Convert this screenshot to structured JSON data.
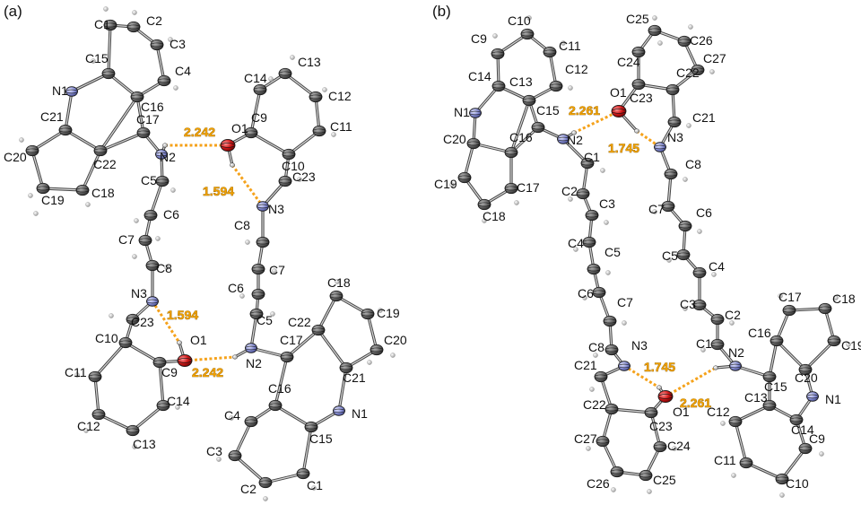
{
  "panels": [
    {
      "label": "(a)",
      "hbond_color": "#f5a21b",
      "hbonds": [
        {
          "text": "2.242",
          "from": "H-N2a",
          "to": "O1a"
        },
        {
          "text": "1.594",
          "from": "O1a",
          "to": "N3a"
        },
        {
          "text": "1.594",
          "from": "N3b",
          "to": "O1b"
        },
        {
          "text": "2.242",
          "from": "O1b",
          "to": "H-N2b"
        }
      ]
    },
    {
      "label": "(b)",
      "hbond_color": "#f5a21b",
      "hbonds": [
        {
          "text": "2.261",
          "from": "H-N2a",
          "to": "O1a"
        },
        {
          "text": "1.745",
          "from": "O1a",
          "to": "N3a"
        },
        {
          "text": "1.745",
          "from": "N3b",
          "to": "O1b"
        },
        {
          "text": "2.261",
          "from": "O1b",
          "to": "H-N2b"
        }
      ]
    }
  ],
  "element_colors": {
    "C": "#5c5c5c",
    "N": "#8d94d8",
    "O": "#c81818",
    "H": "#dddddd"
  }
}
